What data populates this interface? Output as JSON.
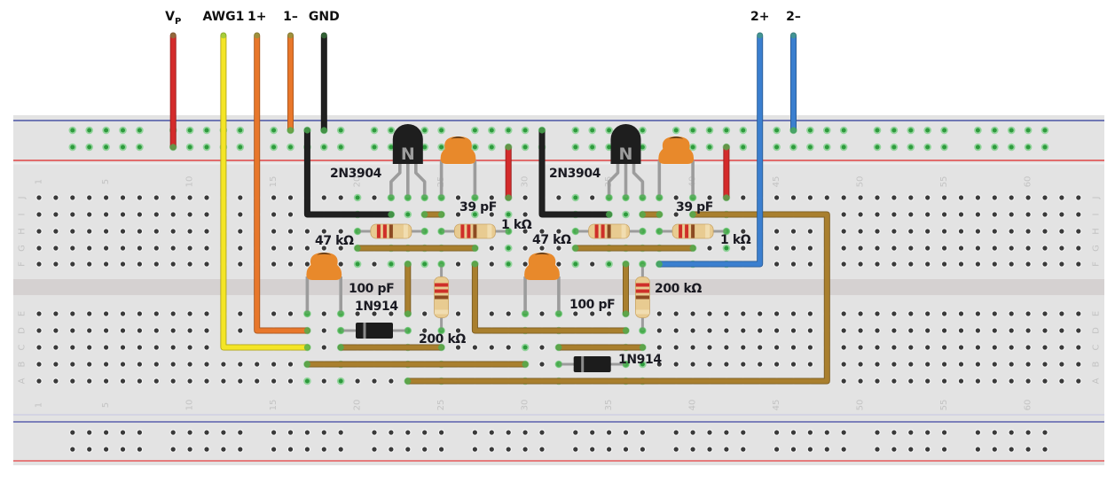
{
  "board": {
    "columns": 63,
    "rows_top": [
      "J",
      "I",
      "H",
      "G",
      "F"
    ],
    "rows_bottom": [
      "E",
      "D",
      "C",
      "B",
      "A"
    ],
    "column_labels": [
      1,
      5,
      10,
      15,
      20,
      25,
      30,
      35,
      40,
      45,
      50,
      55,
      60
    ],
    "rail_group_starts": [
      3,
      9,
      15,
      21,
      27,
      33,
      39,
      45,
      51,
      57
    ],
    "rail_group_size": 5
  },
  "palette": {
    "red": "#d42b2b",
    "yellow": "#f4e526",
    "orange": "#e8772b",
    "black": "#202020",
    "blue": "#3b7fcf",
    "brown": "#a97f2e",
    "lead": "#9c9c9c",
    "hole": "#3a3a3a",
    "hole_connected": "#2e9b3d",
    "connector": "#4caf50",
    "capacitor": "#e8892b",
    "resistor_body": "#e8cb91",
    "resistor_bands": [
      "#cf2f29",
      "#cf2f29",
      "#8d4a22"
    ],
    "transistor_body": "#1e1e1e",
    "diode_body": "#1c1c1c",
    "rail_negative": "#4b55a5",
    "rail_positive": "#e05c5c"
  },
  "terminals": [
    {
      "label": "V",
      "subscript": "P",
      "col": 9,
      "color": "red",
      "path": [
        "P9"
      ]
    },
    {
      "label": "AWG1",
      "col": 12,
      "color": "yellow",
      "path": [
        "C12",
        "C17"
      ]
    },
    {
      "label": "1+",
      "col": 14,
      "color": "orange",
      "path": [
        "D14",
        "D17"
      ]
    },
    {
      "label": "1–",
      "col": 16,
      "color": "orange",
      "path": [
        "N16"
      ]
    },
    {
      "label": "GND",
      "col": 18,
      "color": "black",
      "path": [
        "N18"
      ]
    },
    {
      "label": "2+",
      "col": 44,
      "color": "blue",
      "path": [
        "F44",
        "F38"
      ]
    },
    {
      "label": "2–",
      "col": 46,
      "color": "blue",
      "path": [
        "N46"
      ]
    }
  ],
  "wires": [
    {
      "color": "black",
      "path": [
        "N17",
        "I17",
        "I22"
      ]
    },
    {
      "color": "black",
      "path": [
        "N31",
        "I31",
        "I35"
      ]
    },
    {
      "color": "red",
      "path": [
        "P29",
        "J29"
      ]
    },
    {
      "color": "red",
      "path": [
        "P42",
        "J42"
      ]
    },
    {
      "color": "brown",
      "path": [
        "I24",
        "I25"
      ]
    },
    {
      "color": "brown",
      "path": [
        "G20",
        "G27"
      ]
    },
    {
      "color": "brown",
      "path": [
        "F23",
        "E23"
      ]
    },
    {
      "color": "brown",
      "path": [
        "F27",
        "D27",
        "D36"
      ]
    },
    {
      "color": "brown",
      "path": [
        "C19",
        "C25"
      ]
    },
    {
      "color": "brown",
      "path": [
        "B17",
        "B30"
      ]
    },
    {
      "color": "brown",
      "path": [
        "A23",
        "A48",
        "I48",
        "I40"
      ]
    },
    {
      "color": "brown",
      "path": [
        "I37",
        "I38"
      ]
    },
    {
      "color": "brown",
      "path": [
        "G33",
        "G40"
      ]
    },
    {
      "color": "brown",
      "path": [
        "F36",
        "E36"
      ]
    },
    {
      "color": "brown",
      "path": [
        "C32",
        "C37"
      ]
    }
  ],
  "components": [
    {
      "type": "npn-transistor",
      "part": "2N3904",
      "marking": "N",
      "pins": [
        "J22",
        "J23",
        "J24"
      ]
    },
    {
      "type": "npn-transistor",
      "part": "2N3904",
      "marking": "N",
      "pins": [
        "J35",
        "J36",
        "J37"
      ]
    },
    {
      "type": "ceramic-capacitor",
      "value": "39 pF",
      "pins": [
        "J25",
        "J27"
      ]
    },
    {
      "type": "ceramic-capacitor",
      "value": "39 pF",
      "pins": [
        "J38",
        "J40"
      ]
    },
    {
      "type": "ceramic-capacitor",
      "value": "100 pF",
      "pins": [
        "E17",
        "E19"
      ]
    },
    {
      "type": "ceramic-capacitor",
      "value": "100 pF",
      "pins": [
        "E30",
        "E32"
      ]
    },
    {
      "type": "resistor",
      "value": "47 kΩ",
      "pins": [
        "H20",
        "H24"
      ]
    },
    {
      "type": "resistor",
      "value": "1 kΩ",
      "pins": [
        "H25",
        "H29"
      ]
    },
    {
      "type": "resistor",
      "value": "47 kΩ",
      "pins": [
        "H33",
        "H37"
      ]
    },
    {
      "type": "resistor",
      "value": "1 kΩ",
      "pins": [
        "H38",
        "H42"
      ]
    },
    {
      "type": "resistor",
      "value": "200 kΩ",
      "pins": [
        "F25",
        "D25"
      ]
    },
    {
      "type": "resistor",
      "value": "200 kΩ",
      "pins": [
        "F37",
        "D37"
      ]
    },
    {
      "type": "diode",
      "part": "1N914",
      "pins": [
        "D19",
        "D23"
      ]
    },
    {
      "type": "diode",
      "part": "1N914",
      "pins": [
        "B32",
        "B36"
      ]
    }
  ]
}
